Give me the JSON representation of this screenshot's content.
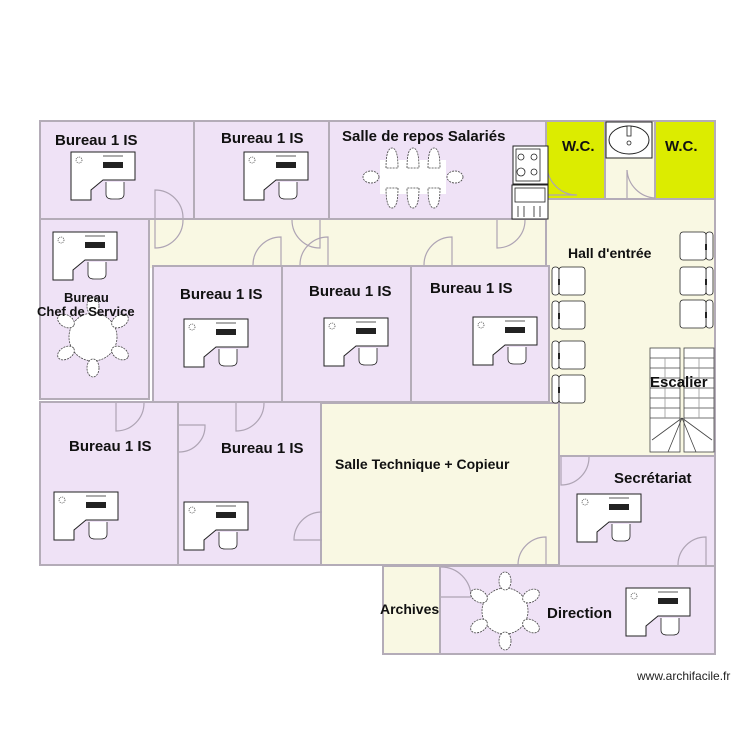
{
  "plan": {
    "colors": {
      "office": "#efe2f6",
      "common": "#f9f8e3",
      "wc": "#dcec00",
      "wall": "#b4acb8"
    },
    "rooms": [
      {
        "id": "bureau-1",
        "label": "Bureau 1 IS"
      },
      {
        "id": "bureau-2",
        "label": "Bureau 1 IS"
      },
      {
        "id": "salle-repos",
        "label": "Salle de repos Salariés"
      },
      {
        "id": "wc-1",
        "label": "W.C."
      },
      {
        "id": "wc-2",
        "label": "W.C."
      },
      {
        "id": "bureau-chef",
        "label_line1": "Bureau",
        "label_line2": "Chef de Service"
      },
      {
        "id": "hall",
        "label": "Hall d'entrée"
      },
      {
        "id": "bureau-3",
        "label": "Bureau 1 IS"
      },
      {
        "id": "bureau-4",
        "label": "Bureau 1 IS"
      },
      {
        "id": "bureau-5",
        "label": "Bureau 1 IS"
      },
      {
        "id": "escalier",
        "label": "Escalier"
      },
      {
        "id": "bureau-6",
        "label": "Bureau 1 IS"
      },
      {
        "id": "bureau-7",
        "label": "Bureau 1 IS"
      },
      {
        "id": "salle-technique",
        "label": "Salle Technique + Copieur"
      },
      {
        "id": "secretariat",
        "label": "Secrétariat"
      },
      {
        "id": "archives",
        "label": "Archives"
      },
      {
        "id": "direction",
        "label": "Direction"
      }
    ]
  },
  "footer": {
    "watermark": "www.archifacile.fr"
  }
}
